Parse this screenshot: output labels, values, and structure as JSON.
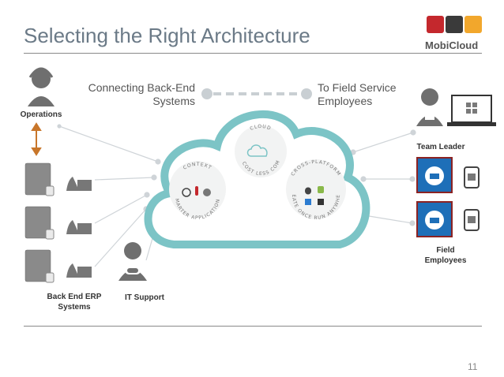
{
  "title": "Selecting the Right Architecture",
  "logo": {
    "text": "MobiCloud",
    "tiles": [
      {
        "icon": "phone-icon",
        "color": "#c4282d"
      },
      {
        "icon": "tools-icon",
        "color": "#3a3a3a"
      },
      {
        "icon": "cloud-icon",
        "color": "#f2a72c"
      }
    ]
  },
  "connector": {
    "left_label": "Connecting Back-End\nSystems",
    "right_label": "To Field Service\nEmployees"
  },
  "cloud": {
    "color": "#7cc4c6",
    "cloud_label": "CLOUD",
    "cloud_sub": "LESS COST LESS COMPLEX",
    "context_label": "CONTEXT",
    "context_sub": "SMARTER APPLICATIONS",
    "platform_label": "CROSS-PLATFORM",
    "platform_sub": "CREATE ONCE RUN ANYWHERE"
  },
  "labels": {
    "operations": "Operations",
    "back_end": "Back End ERP\nSystems",
    "it_support": "IT Support",
    "team_leader": "Team Leader",
    "field_employees": "Field\nEmployees"
  },
  "accent": "#c8762a",
  "page_number": "11"
}
